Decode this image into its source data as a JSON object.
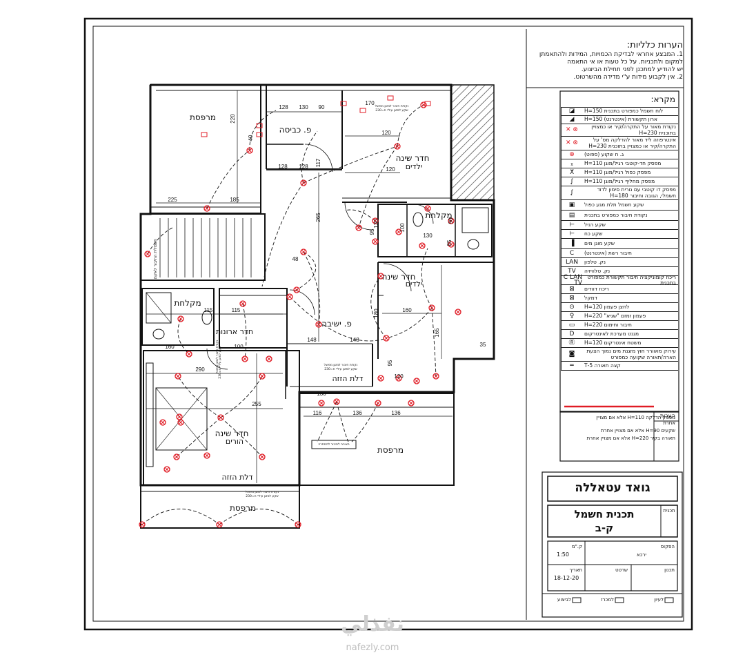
{
  "general_notes": {
    "title": "הערות כלליות:",
    "lines": [
      "1. המבצע אחראי לבדיקת הכמויות, המידות ולהתאמתן",
      "למקום ולתכניות. על כל טעות או אי התאמה",
      "יש להודיע למתכנן לפני תחילת הביצוע.",
      "2. אין לקבוע מידות ע\"י מדידה מהשרטוט."
    ]
  },
  "legend": {
    "title": "מקרא:",
    "items": [
      {
        "symbol": "◪",
        "text": "לוח חשמל כמפורט בתכנית H=150"
      },
      {
        "symbol": "◢",
        "text": "ארון תקשורת (אינטרנט) H=150"
      },
      {
        "symbol": "⊗ ✕",
        "text": "נקודת מאור על התקרה/קיר או כמצויין בתוכנית H=230"
      },
      {
        "symbol": "⊗ ✕",
        "text": "אינטרפוזה ליד מאור להדלקה מס' על התקרה/קיר או כמצויין בתוכנית H=230"
      },
      {
        "symbol": "⊕",
        "text": "ג. ח שקוע (ספוט)"
      },
      {
        "symbol": "ᵪ",
        "text": "מפסק חד-קוטבי רגיל/מוגן H=110"
      },
      {
        "symbol": "ⵅ",
        "text": "מפסק כפול רגיל/מוגן H=110"
      },
      {
        "symbol": "ᶘ",
        "text": "מפסק מחליף רגיל/מוגן H=110"
      },
      {
        "symbol": "ᶘ",
        "text": "מפסק דו קוטבי עם נורית סימון לדוד חשמלי, הגובה וחיבור H=180"
      },
      {
        "symbol": "▣",
        "text": "שקע חשמל תלת מגע כפול"
      },
      {
        "symbol": "▤",
        "text": "נקודת חיבור כמפורט בתכנית"
      },
      {
        "symbol": "⊣",
        "text": "שקע רגיל"
      },
      {
        "symbol": "⊣",
        "text": "שקע כח"
      },
      {
        "symbol": "▐",
        "text": "שקע מוגן מים"
      },
      {
        "symbol": "C",
        "text": "חיבור רשת (אינטרנט)"
      },
      {
        "symbol": "LAN",
        "text": "נק. טלפון"
      },
      {
        "symbol": "TV",
        "text": "נק. טלוויזיה"
      },
      {
        "symbol": "C LAN TV",
        "text": "ריכוז קומוניקציה חיבור תקשורת כמפורט בתכנית"
      },
      {
        "symbol": "⊠",
        "text": "ריכוז דוודים"
      },
      {
        "symbol": "⊠",
        "text": "דמקל"
      },
      {
        "symbol": "⊙",
        "text": "לחצן פעמון H=120"
      },
      {
        "symbol": "♀",
        "text": "פעמון זמזם \"שגיא\" H=220"
      },
      {
        "symbol": "▭",
        "text": "חיבור וחימום H=220"
      },
      {
        "symbol": "D",
        "text": "מגנט מערכת לאינטרקום"
      },
      {
        "symbol": "Ⓡ",
        "text": "משטח אינטרקום H=120"
      },
      {
        "symbol": "◙",
        "text": "עירוק מאוורר חוץ מזגנת מים נמוך הצעת הארה/תאורה שקועה כמפורט"
      },
      {
        "symbol": "═",
        "text": "קצה תאורה 5-T"
      }
    ]
  },
  "remarks": {
    "label": "הערות",
    "items": [
      "מפסק הדלקה H=110 אלא אם מצויין אחרת",
      "שקעים H=90 אלא אם מצויין אחרת",
      "תאורה בקיר H=220 אלא אם מצויין אחרת"
    ]
  },
  "title_block": {
    "client": "גואד עטאללה",
    "drawing_label": "תכנית",
    "drawing_title": "תכנית חשמל",
    "floor": "ק-ב",
    "project_label": "הפקוס",
    "project_value": "ירכא",
    "scale_label": "ק.\"מ",
    "scale_value": "1:50",
    "designer_label": "תכנון",
    "drafter_label": "שרטט",
    "date_label": "תאריך",
    "date_value": "18-12-20",
    "status_review": "לעיון",
    "status_tender": "למכרז",
    "status_build": "לביצוע"
  },
  "rooms": {
    "balcony_top": "מרפסת",
    "laundry": "פ. כביסה",
    "kids_bedroom_1_a": "חדר שינה",
    "kids_bedroom_1_b": "ילדים",
    "shower_1": "מקלחת",
    "kids_bedroom_2_a": "חדר שינה",
    "kids_bedroom_2_b": "ילדים",
    "shower_2": "מקלחת",
    "closet_room": "חדר ארונות",
    "sitting_corner": "פ. ישיבה",
    "sliding_door_1": "דלת הזזה",
    "parents_bedroom_a": "חדר שינה",
    "parents_bedroom_b": "הורים",
    "sliding_door_2": "דלת הזזה",
    "balcony_right": "מרפסת",
    "balcony_bottom": "מרפסת",
    "stair_note": "חשמלית החיבור לאקמ"
  },
  "dimensions": [
    "225",
    "185",
    "220",
    "128",
    "130",
    "90",
    "170",
    "120",
    "128",
    "117",
    "128",
    "120",
    "265",
    "48",
    "130",
    "130",
    "95",
    "100",
    "115",
    "115",
    "148",
    "148",
    "160",
    "165",
    "180",
    "120",
    "35",
    "290",
    "255",
    "130",
    "116",
    "136",
    "136",
    "40",
    "85",
    "95",
    "100",
    "90",
    "160"
  ],
  "small_notes": [
    "נקודת חיבור למזגן מפוצל",
    "שקע למזגן עיליי ח=230",
    "נקודת חיבור למזגן מפוצל",
    "שקע למזגן עיליי ח=230",
    "תאורה לחיבור להסתרה",
    "נקודת חיבור למזגן מפוצל",
    "שקע למזגן עיליי ח=230",
    "נקודת חיבור למזגן מפוצל",
    "שקע למזגן עיליי ח=230"
  ],
  "watermark": {
    "arabic": "نفذلي",
    "latin": "nafezly.com"
  },
  "colors": {
    "ink": "#111111",
    "symbol": "#e01b24",
    "hatch": "#222222"
  }
}
